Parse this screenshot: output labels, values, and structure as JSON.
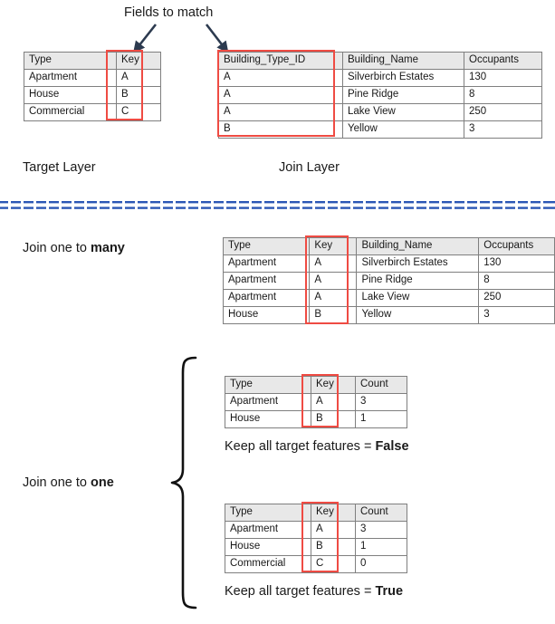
{
  "title": "Fields to match",
  "labels": {
    "target_layer": "Target Layer",
    "join_layer": "Join Layer",
    "join_one_to_many_prefix": "Join one to ",
    "join_one_to_many_strong": "many",
    "join_one_to_one_prefix": "Join one to ",
    "join_one_to_one_strong": "one",
    "keep_all_prefix": "Keep all target features = ",
    "keep_all_false": "False",
    "keep_all_true": "True"
  },
  "colors": {
    "highlight": "#ef4b43",
    "header_fill": "#e8e8e8",
    "border": "#7f7f7f",
    "divider": "#2b57b5",
    "arrow": "#2c3a4f",
    "text": "#1a1a1a"
  },
  "target_table": {
    "headers": [
      "Type",
      "Key"
    ],
    "rows": [
      [
        "Apartment",
        "A"
      ],
      [
        "House",
        "B"
      ],
      [
        "Commercial",
        "C"
      ]
    ]
  },
  "join_table": {
    "headers": [
      "Building_Type_ID",
      "Building_Name",
      "Occupants"
    ],
    "rows": [
      [
        "A",
        "Silverbirch Estates",
        "130"
      ],
      [
        "A",
        "Pine Ridge",
        "8"
      ],
      [
        "A",
        "Lake View",
        "250"
      ],
      [
        "B",
        "Yellow",
        "3"
      ]
    ]
  },
  "one_to_many_table": {
    "headers": [
      "Type",
      "Key",
      "Building_Name",
      "Occupants"
    ],
    "rows": [
      [
        "Apartment",
        "A",
        "Silverbirch Estates",
        "130"
      ],
      [
        "Apartment",
        "A",
        "Pine Ridge",
        "8"
      ],
      [
        "Apartment",
        "A",
        "Lake View",
        "250"
      ],
      [
        "House",
        "B",
        "Yellow",
        "3"
      ]
    ]
  },
  "one_to_one_false_table": {
    "headers": [
      "Type",
      "Key",
      "Count"
    ],
    "rows": [
      [
        "Apartment",
        "A",
        "3"
      ],
      [
        "House",
        "B",
        "1"
      ]
    ]
  },
  "one_to_one_true_table": {
    "headers": [
      "Type",
      "Key",
      "Count"
    ],
    "rows": [
      [
        "Apartment",
        "A",
        "3"
      ],
      [
        "House",
        "B",
        "1"
      ],
      [
        "Commercial",
        "C",
        "0"
      ]
    ]
  },
  "icons": {
    "arrow_left": "arrow-down-left-icon",
    "arrow_right": "arrow-down-right-icon",
    "brace": "curly-brace-icon",
    "divider": "dashed-divider-icon"
  }
}
